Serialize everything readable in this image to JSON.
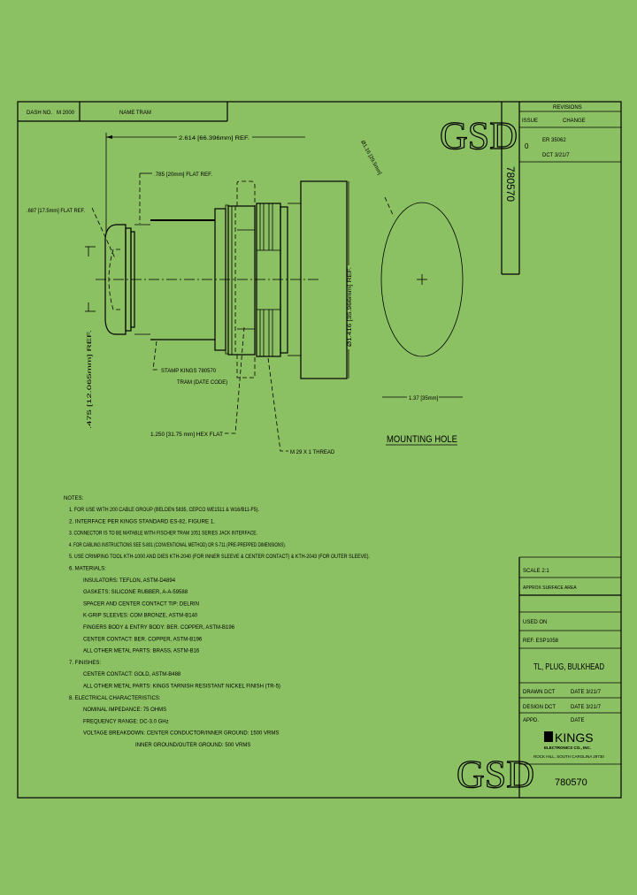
{
  "colors": {
    "background": "#8bc063",
    "ink": "#000000"
  },
  "header": {
    "dash_no_label": "DASH NO.",
    "dash_no_value": "M 2000",
    "name": "NAME TRAM"
  },
  "stamp": {
    "text": "GSD"
  },
  "revisions": {
    "title": "REVISIONS",
    "col_issue": "ISSUE",
    "col_change": "CHANGE",
    "rows": [
      {
        "issue": "0",
        "change_1": "ER 35062",
        "change_2": "DCT 3/21/7"
      }
    ]
  },
  "side_part_no": "780570",
  "dimensions": {
    "overall": "2.614 [66.396mm] REF.",
    "flat_1": ".785 [20mm] FLAT REF.",
    "flat_2": ".687 [17.5mm] FLAT REF.",
    "dia_small": ".475 [12.065mm] REF.",
    "stamp_note_1": "STAMP KINGS 780570",
    "stamp_note_2": "TRAM (DATE CODE)",
    "hex": "1.250 [31.75 mm] HEX FLAT",
    "thread": "M 29 X 1 THREAD",
    "panel_dia": "Ø1.416 [35.966mm] REF.",
    "hole_dia": "Ø1.16 [29.5mm]",
    "hole_width": "1.37 [35mm]",
    "mounting_hole": "MOUNTING HOLE"
  },
  "notes": {
    "title": "NOTES:",
    "lines": [
      "1. FOR USE WITH 200 CABLE GROUP (BELDEN 5835, CEPCO WE1511 & W16/B11-F5).",
      "2. INTERFACE PER KINGS STANDARD ES-82, FIGURE 1.",
      "3. CONNECTOR IS TO BE MATABLE WITH FISCHER TRAM 1051 SERIES JACK INTERFACE.",
      "4. FOR CABLING INSTRUCTIONS SEE S-801 (CONVENTIONAL METHOD) OR S-711 (PRE-PREPPED DIMENSIONS).",
      "5. USE CRIMPING TOOL KTH-1000 AND DIES KTH-2040 (FOR INNER SLEEVE & CENTER CONTACT) & KTH-2043 (FOR OUTER SLEEVE).",
      "6. MATERIALS:",
      "INSULATORS: TEFLON, ASTM-D4894",
      "GASKETS: SILICONE RUBBER, A-A-59588",
      "SPACER AND CENTER CONTACT TIP: DELRIN",
      "K-GRIP SLEEVES: COM BRONZE, ASTM-B140",
      "FINGERS BODY & ENTRY BODY: BER. COPPER, ASTM-B196",
      "CENTER CONTACT: BER. COPPER, ASTM-B196",
      "ALL OTHER METAL PARTS: BRASS, ASTM-B16",
      "7. FINISHES:",
      "CENTER CONTACT: GOLD, ASTM-B488",
      "ALL OTHER METAL PARTS: KINGS TARNISH RESISTANT NICKEL FINISH (TR-5)",
      "8. ELECTRICAL CHARACTERISTICS:",
      "NOMINAL IMPEDANCE: 75 OHMS",
      "FREQUENCY RANGE: DC-3.0 GHz",
      "VOLTAGE BREAKDOWN: CENTER CONDUCTOR/INNER GROUND: 1500 VRMS",
      "INNER GROUND/OUTER GROUND: 500 VRMS"
    ]
  },
  "title_block": {
    "scale": "SCALE 2:1",
    "surface_area": "APPROX SURFACE AREA",
    "used_on": "USED ON",
    "ref": "REF. ESP1058",
    "title": "TL, PLUG, BULKHEAD",
    "drawn_label": "DRAWN DCT",
    "drawn_date": "DATE 3/21/7",
    "design_label": "DESIGN DCT",
    "design_date": "DATE 3/21/7",
    "appd_label": "APPD.",
    "appd_date": "DATE",
    "company": "KINGS",
    "company_sub": "ELECTRONICS CO., INC.",
    "address": "ROCK HILL, SOUTH CAROLINA 29730",
    "part_no": "780570"
  }
}
